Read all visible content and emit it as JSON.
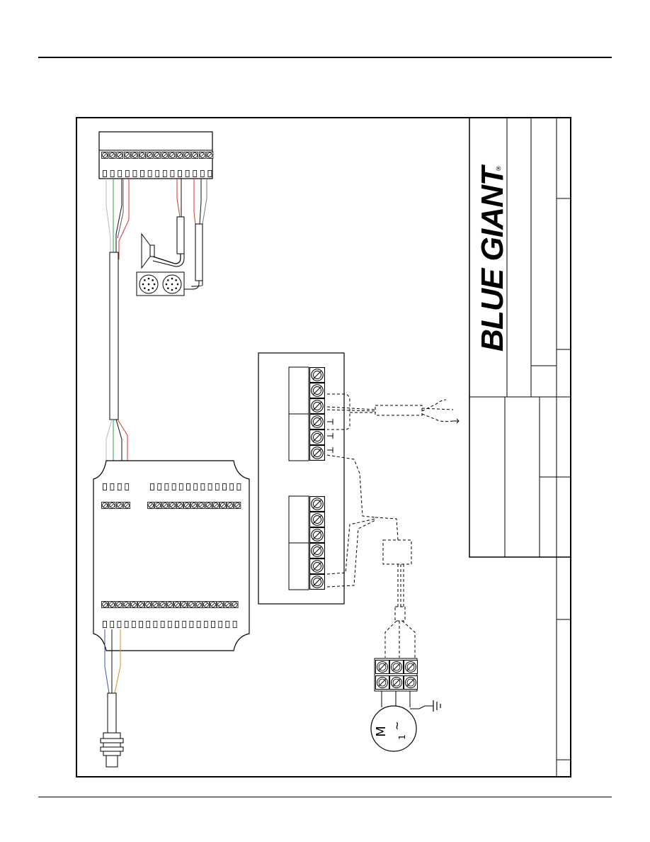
{
  "brand": {
    "logo_text": "BLUE GIANT",
    "registered_mark": "®",
    "color": "#000000"
  },
  "diagram": {
    "title_block_text": [],
    "wire_colors": {
      "green": "#2e9e4f",
      "red": "#d9322a",
      "black": "#111111",
      "gray": "#b8b8b8",
      "blue": "#3a55b0",
      "orange": "#d98a1e"
    },
    "motor_symbols": {
      "phase": "~",
      "count": "1",
      "letter": "M"
    }
  }
}
